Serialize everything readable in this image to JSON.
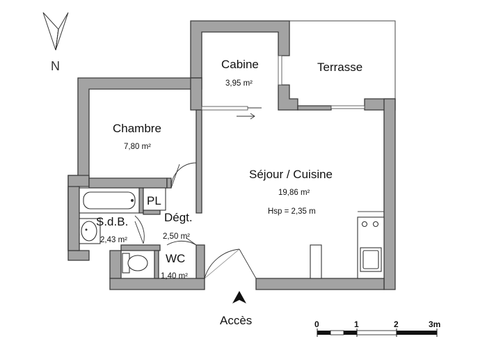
{
  "compass": {
    "label": "N"
  },
  "rooms": {
    "cabine": {
      "name": "Cabine",
      "area": "3,95 m²"
    },
    "terrasse": {
      "name": "Terrasse"
    },
    "chambre": {
      "name": "Chambre",
      "area": "7,80 m²"
    },
    "sejour": {
      "name": "Séjour / Cuisine",
      "area": "19,86 m²",
      "height": "Hsp = 2,35 m"
    },
    "placard": {
      "name": "PL"
    },
    "sdb": {
      "name": "S.d.B.",
      "area": "2,43 m²"
    },
    "degt": {
      "name": "Dégt.",
      "area": "2,50 m²"
    },
    "wc": {
      "name": "WC",
      "area": "1,40 m²"
    }
  },
  "entrance": {
    "label": "Accès"
  },
  "scale_bar": {
    "ticks": [
      "0",
      "1",
      "2",
      "3m"
    ]
  }
}
